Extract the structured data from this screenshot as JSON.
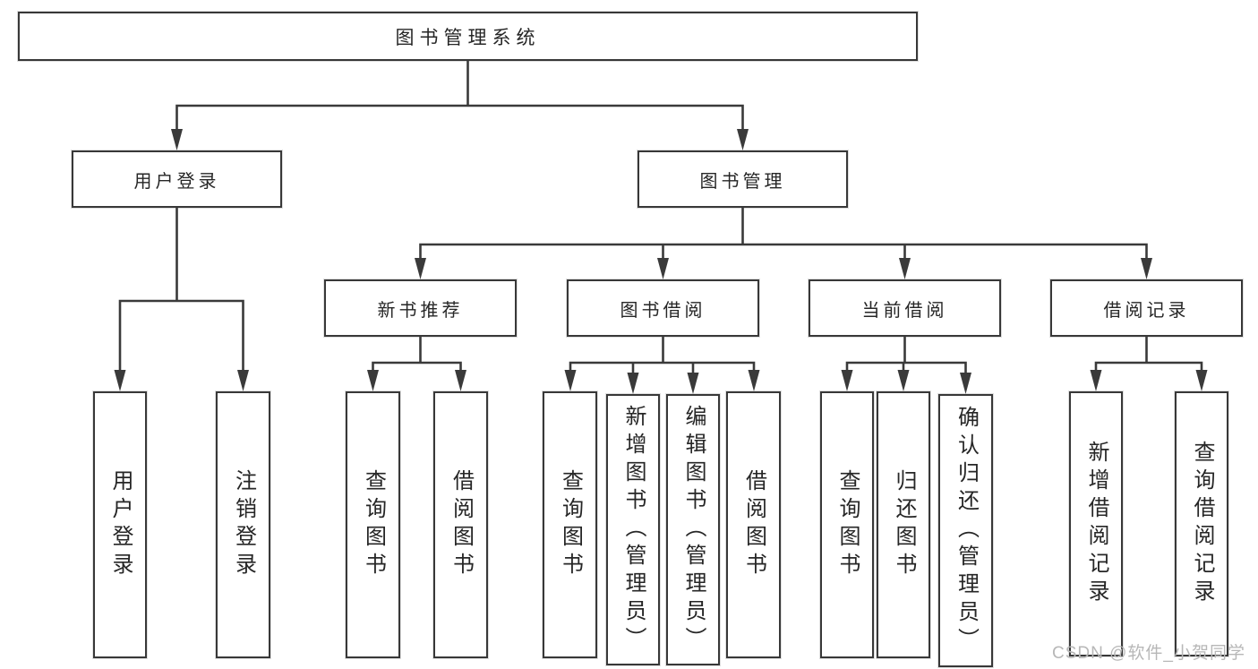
{
  "diagram": {
    "root": {
      "label": "图书管理系统"
    },
    "branches": [
      {
        "label": "用户登录",
        "children": [
          {
            "label": "用户登录"
          },
          {
            "label": "注销登录"
          }
        ]
      },
      {
        "label": "图书管理",
        "children": [
          {
            "label": "新书推荐",
            "children": [
              {
                "label": "查询图书"
              },
              {
                "label": "借阅图书"
              }
            ]
          },
          {
            "label": "图书借阅",
            "children": [
              {
                "label": "查询图书"
              },
              {
                "label": "新增图书（管理员）"
              },
              {
                "label": "编辑图书（管理员）"
              },
              {
                "label": "借阅图书"
              }
            ]
          },
          {
            "label": "当前借阅",
            "children": [
              {
                "label": "查询图书"
              },
              {
                "label": "归还图书"
              },
              {
                "label": "确认归还（管理员）"
              }
            ]
          },
          {
            "label": "借阅记录",
            "children": [
              {
                "label": "新增借阅记录"
              },
              {
                "label": "查询借阅记录"
              }
            ]
          }
        ]
      }
    ],
    "watermark": "CSDN @软件_小贺同学",
    "colors": {
      "line": "#3a3a3a",
      "border": "#383838",
      "text": "#262626",
      "background": "#ffffff",
      "watermark": "#b7b7b7"
    }
  }
}
